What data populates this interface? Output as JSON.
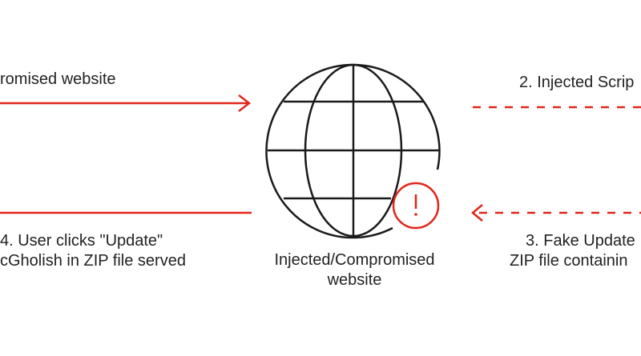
{
  "labels": {
    "step1": "romised website",
    "step2": "2. Injected Scrip",
    "step3_line1": "3. Fake Update",
    "step3_line2": "ZIP file containin",
    "step4_line1": "4. User clicks \"Update\"",
    "step4_line2": "cGholish in ZIP file served",
    "center_line1": "Injected/Compromised",
    "center_line2": "website",
    "alert_mark": "!"
  },
  "colors": {
    "accent": "#e1251b",
    "stroke": "#1a1a1a",
    "text": "#222222",
    "background": "#ffffff"
  },
  "icons": {
    "center": "globe-icon",
    "badge": "alert-circle-icon"
  }
}
